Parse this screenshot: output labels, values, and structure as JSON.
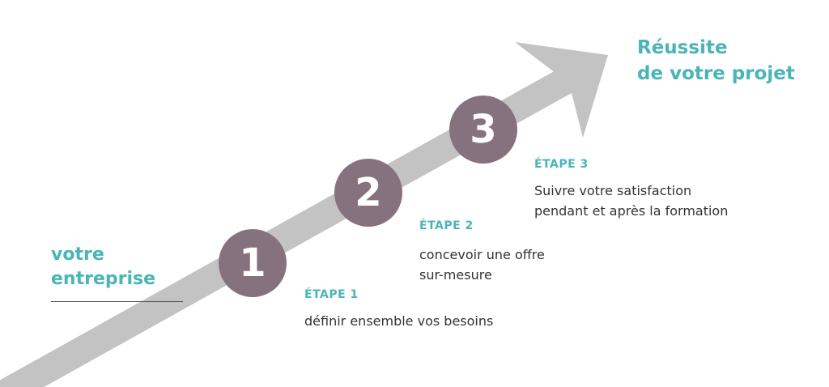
{
  "colors": {
    "accent": "#4ab5b7",
    "circle": "#86727f",
    "arrow": "#c3c3c3",
    "text": "#333333"
  },
  "start": {
    "line1": "votre",
    "line2": "entreprise"
  },
  "goal": {
    "line1": "Réussite",
    "line2": "de votre projet"
  },
  "steps": [
    {
      "number": "1",
      "title": "ÉTAPE 1",
      "desc_lines": [
        "définir ensemble vos besoins"
      ]
    },
    {
      "number": "2",
      "title": "ÉTAPE 2",
      "desc_lines": [
        "concevoir une offre",
        "sur-mesure"
      ]
    },
    {
      "number": "3",
      "title": "ÉTAPE 3",
      "desc_lines": [
        "Suivre votre satisfaction",
        "pendant et après la formation"
      ]
    }
  ]
}
